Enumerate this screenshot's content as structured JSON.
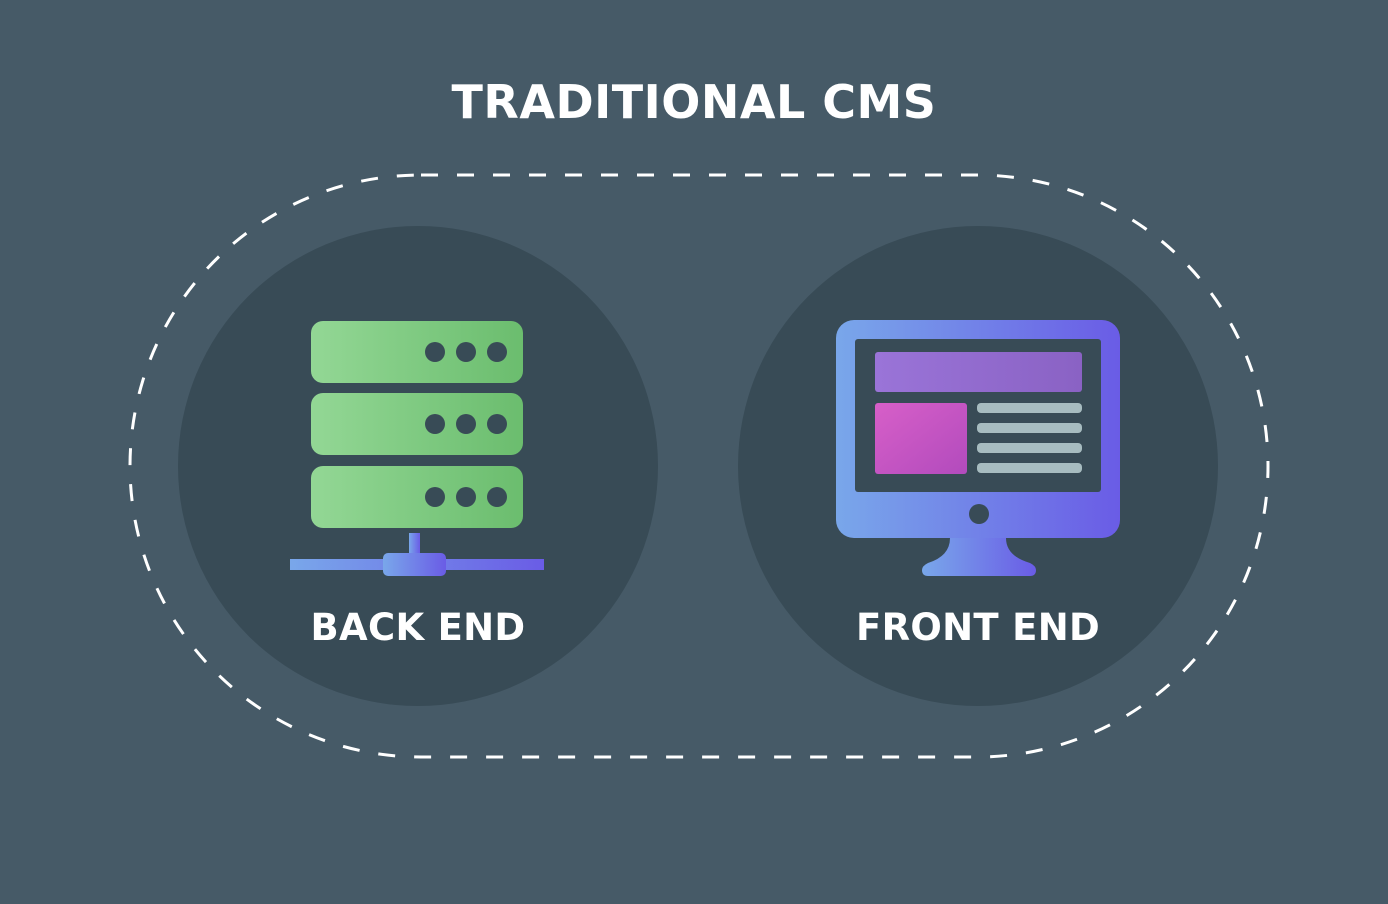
{
  "title": "TRADITIONAL CMS",
  "nodes": [
    {
      "label": "BACK END",
      "icon": "server-icon"
    },
    {
      "label": "FRONT END",
      "icon": "monitor-icon"
    }
  ],
  "colors": {
    "background": "#465a67",
    "circle": "#384b56",
    "text": "#ffffff",
    "dashed_border": "#ffffff",
    "server_gradient_start": "#93d795",
    "server_gradient_end": "#6bbd6e",
    "network_gradient_start": "#79a7ea",
    "network_gradient_end": "#6a5ce6",
    "monitor_gradient_start": "#79a7ea",
    "monitor_gradient_end": "#6a5ce6",
    "banner_gradient_start": "#9a74d8",
    "banner_gradient_end": "#8a62c4",
    "image_block_start": "#d75fc8",
    "image_block_end": "#b24bbd",
    "text_lines": "#a7bcc0"
  }
}
